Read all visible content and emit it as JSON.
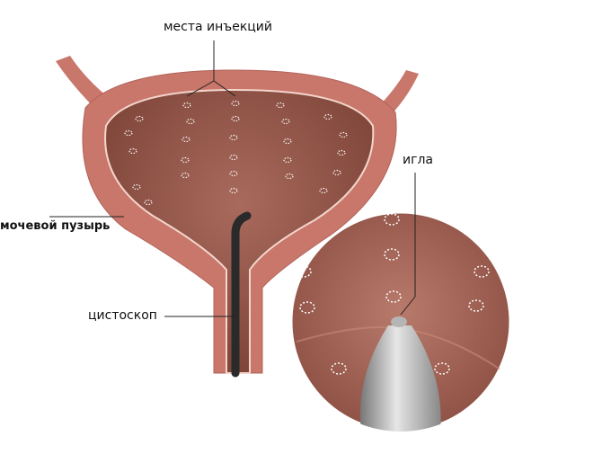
{
  "labels": {
    "injection_sites": "места инъекций",
    "needle": "игла",
    "bladder": "мочевой пузырь",
    "cystoscope": "цистоскоп"
  },
  "colors": {
    "wall": "#c9766b",
    "cavity": "#9a5a4e",
    "scope": "#2a2a2a",
    "inset": "#a8685c",
    "needle_tip": "#b5b5b5"
  }
}
